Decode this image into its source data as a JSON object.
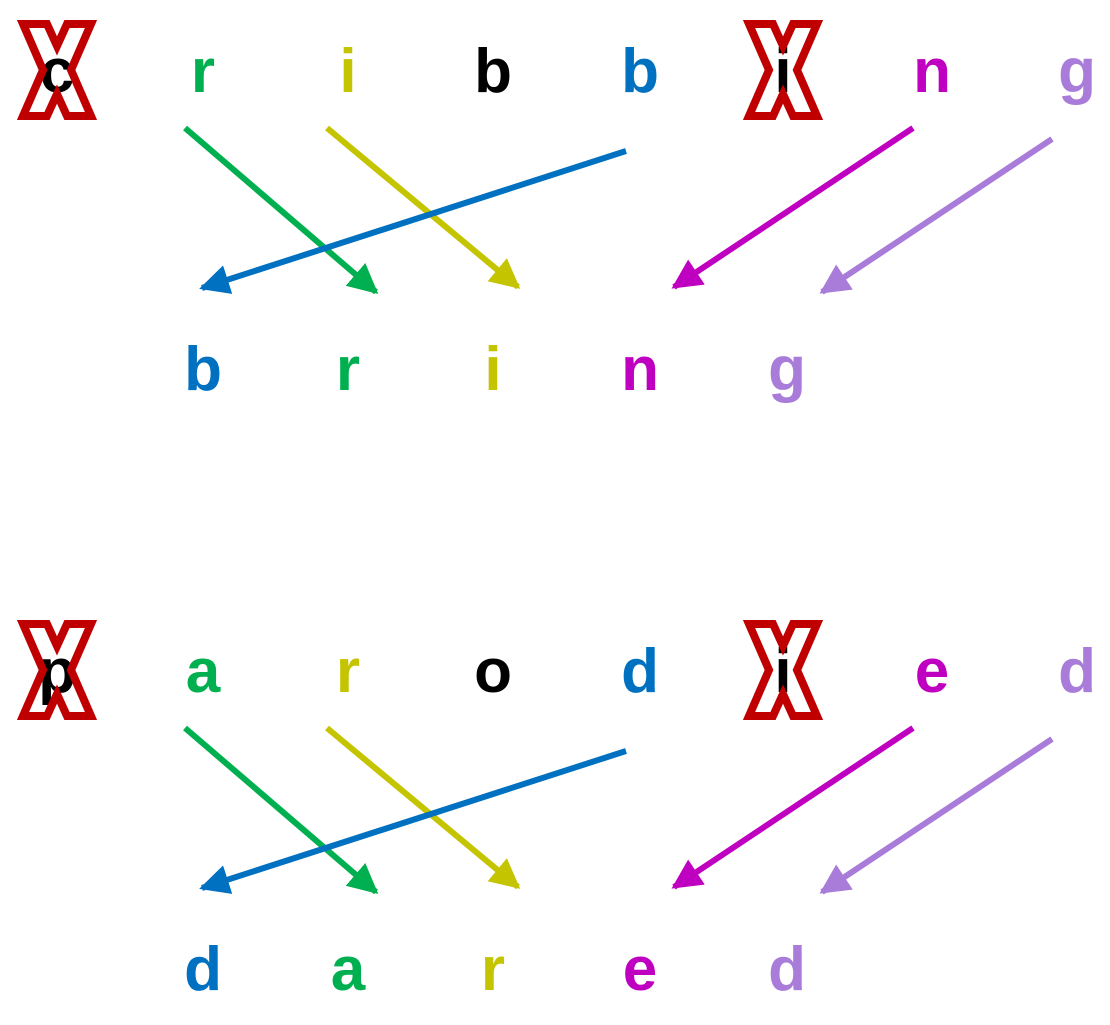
{
  "colors": {
    "black": "#000000",
    "green": "#00b050",
    "olive": "#c4c400",
    "blue": "#0070c0",
    "magenta": "#c000c0",
    "lavender": "#a87cd8",
    "cross": "#c00000"
  },
  "puzzles": [
    {
      "source": [
        {
          "char": "c",
          "color": "black",
          "crossed": true
        },
        {
          "char": "r",
          "color": "green",
          "crossed": false
        },
        {
          "char": "i",
          "color": "olive",
          "crossed": false
        },
        {
          "char": "b",
          "color": "black",
          "crossed": false
        },
        {
          "char": "b",
          "color": "blue",
          "crossed": false
        },
        {
          "char": "i",
          "color": "black",
          "crossed": true
        },
        {
          "char": "n",
          "color": "magenta",
          "crossed": false
        },
        {
          "char": "g",
          "color": "lavender",
          "crossed": false
        }
      ],
      "target": [
        {
          "char": "b",
          "color": "blue"
        },
        {
          "char": "r",
          "color": "green"
        },
        {
          "char": "i",
          "color": "olive"
        },
        {
          "char": "n",
          "color": "magenta"
        },
        {
          "char": "g",
          "color": "lavender"
        }
      ],
      "arrows": [
        {
          "from": 1,
          "to": 1,
          "color": "green"
        },
        {
          "from": 2,
          "to": 2,
          "color": "olive"
        },
        {
          "from": 4,
          "to": 0,
          "color": "blue"
        },
        {
          "from": 6,
          "to": 3,
          "color": "magenta"
        },
        {
          "from": 7,
          "to": 4,
          "color": "lavender"
        }
      ]
    },
    {
      "source": [
        {
          "char": "p",
          "color": "black",
          "crossed": true
        },
        {
          "char": "a",
          "color": "green",
          "crossed": false
        },
        {
          "char": "r",
          "color": "olive",
          "crossed": false
        },
        {
          "char": "o",
          "color": "black",
          "crossed": false
        },
        {
          "char": "d",
          "color": "blue",
          "crossed": false
        },
        {
          "char": "i",
          "color": "black",
          "crossed": true
        },
        {
          "char": "e",
          "color": "magenta",
          "crossed": false
        },
        {
          "char": "d",
          "color": "lavender",
          "crossed": false
        }
      ],
      "target": [
        {
          "char": "d",
          "color": "blue"
        },
        {
          "char": "a",
          "color": "green"
        },
        {
          "char": "r",
          "color": "olive"
        },
        {
          "char": "e",
          "color": "magenta"
        },
        {
          "char": "d",
          "color": "lavender"
        }
      ],
      "arrows": [
        {
          "from": 1,
          "to": 1,
          "color": "green"
        },
        {
          "from": 2,
          "to": 2,
          "color": "olive"
        },
        {
          "from": 4,
          "to": 0,
          "color": "blue"
        },
        {
          "from": 6,
          "to": 3,
          "color": "magenta"
        },
        {
          "from": 7,
          "to": 4,
          "color": "lavender"
        }
      ]
    }
  ]
}
